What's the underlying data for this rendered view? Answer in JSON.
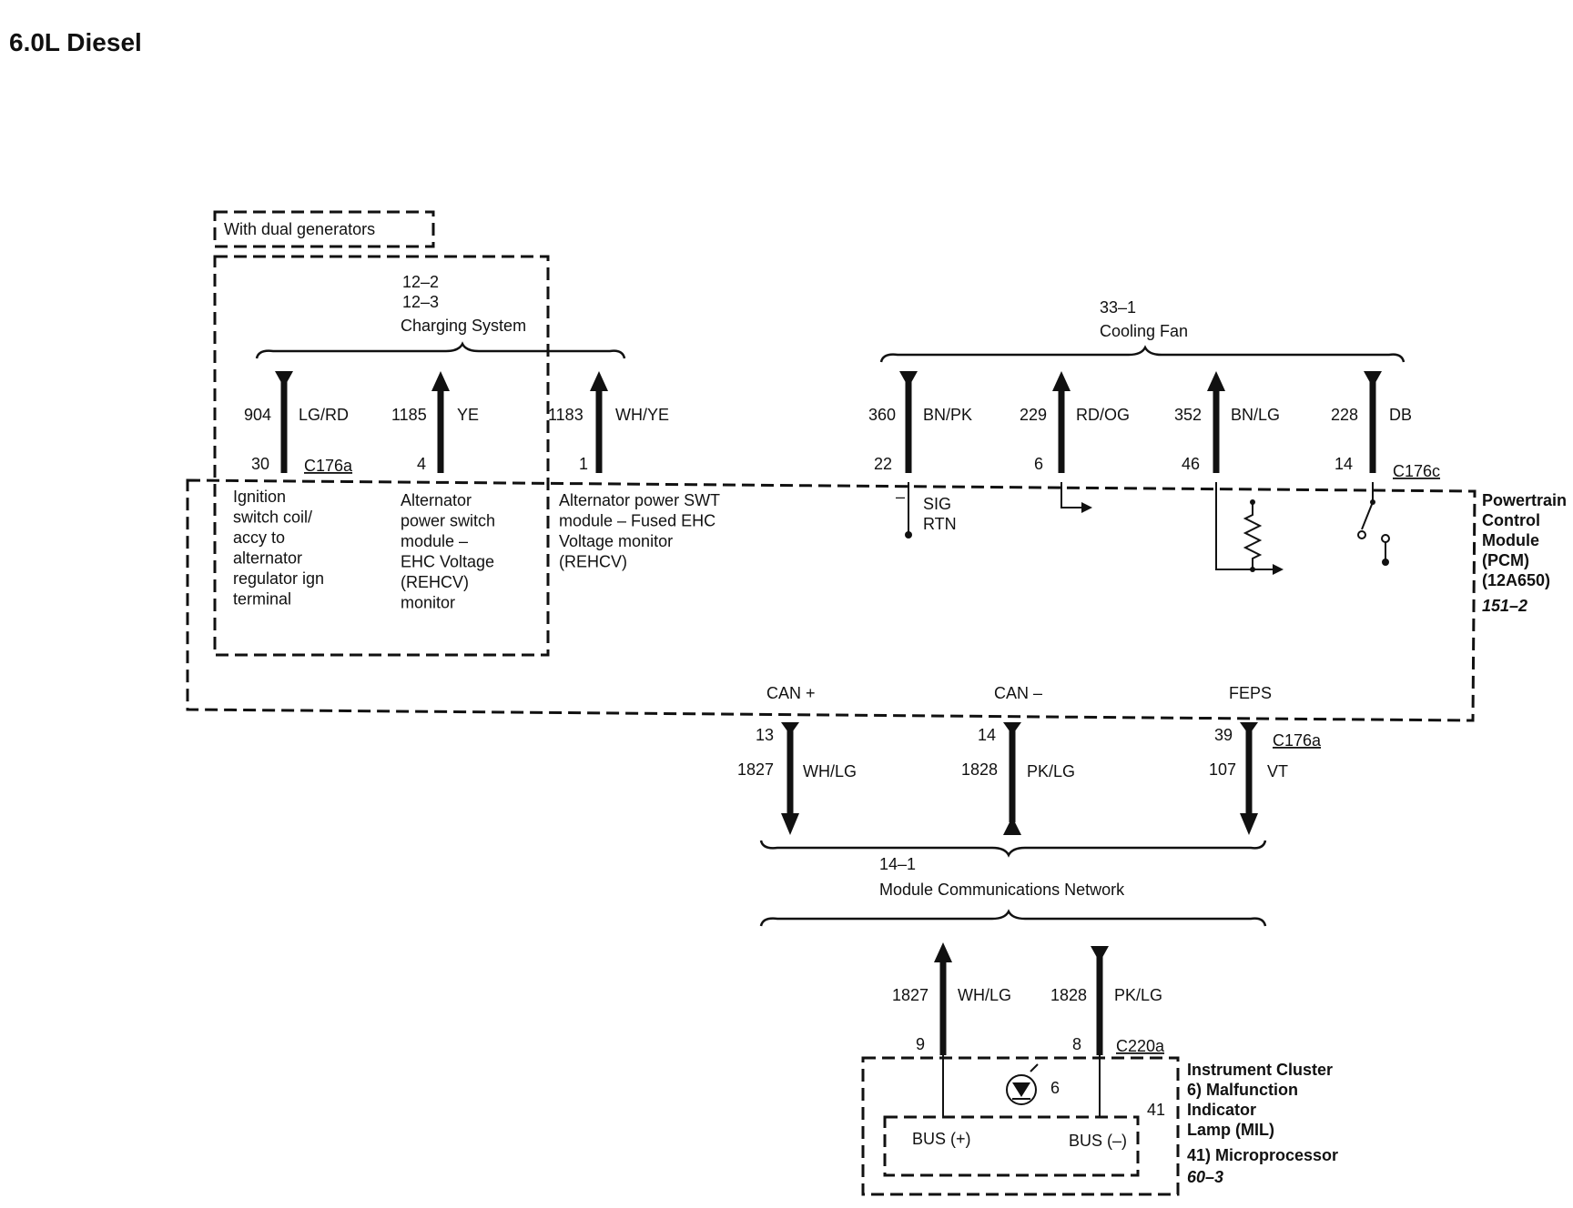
{
  "title": "6.0L Diesel",
  "dual_gen_note": "With dual generators",
  "charging": {
    "ref1": "12–2",
    "ref2": "12–3",
    "name": "Charging System"
  },
  "cooling": {
    "ref": "33–1",
    "name": "Cooling Fan"
  },
  "network": {
    "ref": "14–1",
    "name": "Module Communications Network"
  },
  "pcm": {
    "line1": "Powertrain",
    "line2": "Control",
    "line3": "Module",
    "line4": "(PCM)",
    "line5": "(12A650)",
    "ref": "151–2"
  },
  "cluster": {
    "line1": "Instrument Cluster",
    "line2": "6) Malfunction",
    "line3": "Indicator",
    "line4": "Lamp (MIL)",
    "line5": "41) Microprocessor",
    "ref": "60–3"
  },
  "connectors": {
    "c176a": "C176a",
    "c176c": "C176c",
    "c176a_bottom": "C176a",
    "c220a": "C220a"
  },
  "top_wires": [
    {
      "circuit": "904",
      "color": "LG/RD",
      "pin": "30"
    },
    {
      "circuit": "1185",
      "color": "YE",
      "pin": "4"
    },
    {
      "circuit": "1183",
      "color": "WH/YE",
      "pin": "1"
    },
    {
      "circuit": "360",
      "color": "BN/PK",
      "pin": "22"
    },
    {
      "circuit": "229",
      "color": "RD/OG",
      "pin": "6"
    },
    {
      "circuit": "352",
      "color": "BN/LG",
      "pin": "46"
    },
    {
      "circuit": "228",
      "color": "DB",
      "pin": "14"
    }
  ],
  "pin_desc": {
    "p30": [
      "Ignition",
      "switch coil/",
      "accy to",
      "alternator",
      "regulator ign",
      "terminal"
    ],
    "p4": [
      "Alternator",
      "power switch",
      "module –",
      "EHC Voltage",
      "(REHCV)",
      "monitor"
    ],
    "p1": [
      "Alternator power SWT",
      "module –  Fused EHC",
      "Voltage monitor",
      "(REHCV)"
    ]
  },
  "sig": "SIG",
  "rtn": "RTN",
  "minus": "–",
  "bottom_wires": [
    {
      "signal": "CAN +",
      "pin": "13",
      "circuit": "1827",
      "color": "WH/LG"
    },
    {
      "signal": "CAN –",
      "pin": "14",
      "circuit": "1828",
      "color": "PK/LG"
    },
    {
      "signal": "FEPS",
      "pin": "39",
      "circuit": "107",
      "color": "VT"
    }
  ],
  "cluster_wires": [
    {
      "circuit": "1827",
      "color": "WH/LG",
      "pin": "9"
    },
    {
      "circuit": "1828",
      "color": "PK/LG",
      "pin": "8"
    }
  ],
  "mil_num": "6",
  "micro_num": "41",
  "bus_plus": "BUS (+)",
  "bus_minus": "BUS (–)"
}
